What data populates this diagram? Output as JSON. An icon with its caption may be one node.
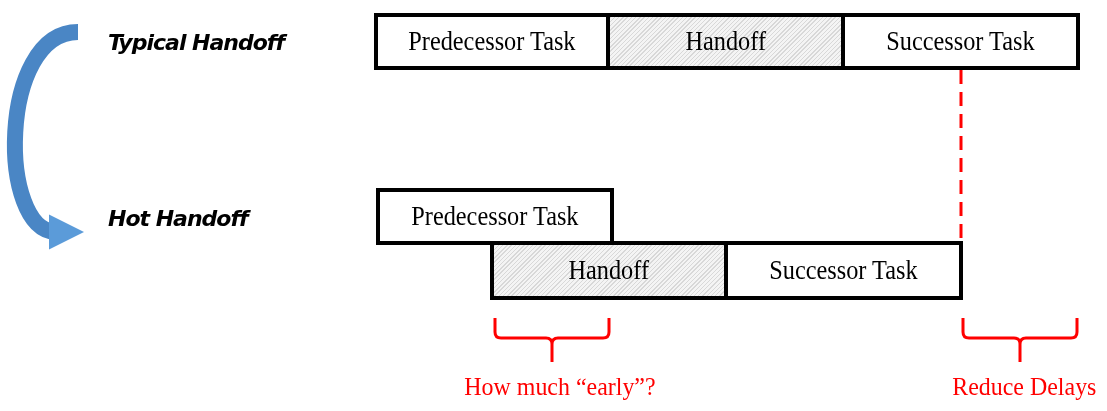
{
  "diagram": {
    "nodes": [
      {
        "text": [
          "Typical Handoff"
        ]
      },
      {
        "text": [
          "Hot Handoff"
        ]
      },
      {
        "text": [
          "Predecessor Task"
        ]
      },
      {
        "text": [
          "Handoff"
        ]
      },
      {
        "text": [
          "Successor Task"
        ]
      },
      {
        "text": [
          "Predecessor Task"
        ]
      },
      {
        "text": [
          "Handoff"
        ]
      },
      {
        "text": [
          "Successor Task"
        ]
      }
    ],
    "edges": [
      {
        "from": 0,
        "to": 1,
        "arrow": "to",
        "style": "thick",
        "color": "#4a86c5"
      },
      {
        "from": 4,
        "to": 7,
        "arrow": "none",
        "style": "dashed",
        "color": "#ff0000"
      }
    ],
    "labels": [
      "How much “early”?",
      "Reduce Delays"
    ]
  }
}
